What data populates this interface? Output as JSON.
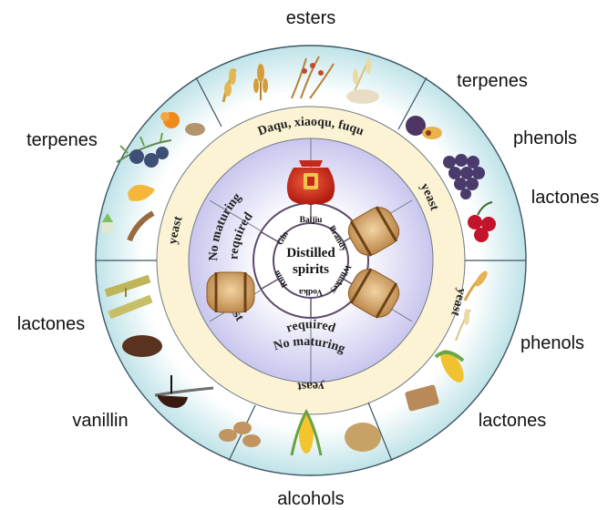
{
  "outer_labels": {
    "top": "esters",
    "right_top": "terpenes",
    "right_1": "phenols",
    "right_2": "lactones",
    "right_3": "phenols",
    "right_4": "lactones",
    "bottom": "alcohols",
    "left_top": "terpenes",
    "left_mid": "lactones",
    "left_bottom": "vanillin"
  },
  "ring": {
    "top": "Daqu, xiaoqu, fuqu",
    "yeast": "yeast"
  },
  "inner": {
    "no_maturing": "No maturing",
    "required": "required"
  },
  "core": {
    "line1": "Distilled",
    "line2": "spirits"
  },
  "spirits": [
    "Baijiu",
    "Brandy",
    "Whiskey",
    "Vodka",
    "Rum",
    "Gin"
  ],
  "icons": [
    "jar-icon",
    "barrel-icon",
    "grain-icon",
    "fruit-icon",
    "corn-icon",
    "sugarcane-icon",
    "potato-icon",
    "grape-icon",
    "cherry-icon",
    "juniper-icon",
    "syrup-icon"
  ],
  "colors": {
    "outer_ring": "#c8e8ec",
    "yeast_ring": "#fbf3d3",
    "inner_ring": "#d4d2ef",
    "core": "#ffffff",
    "divider": "#556b7a"
  }
}
